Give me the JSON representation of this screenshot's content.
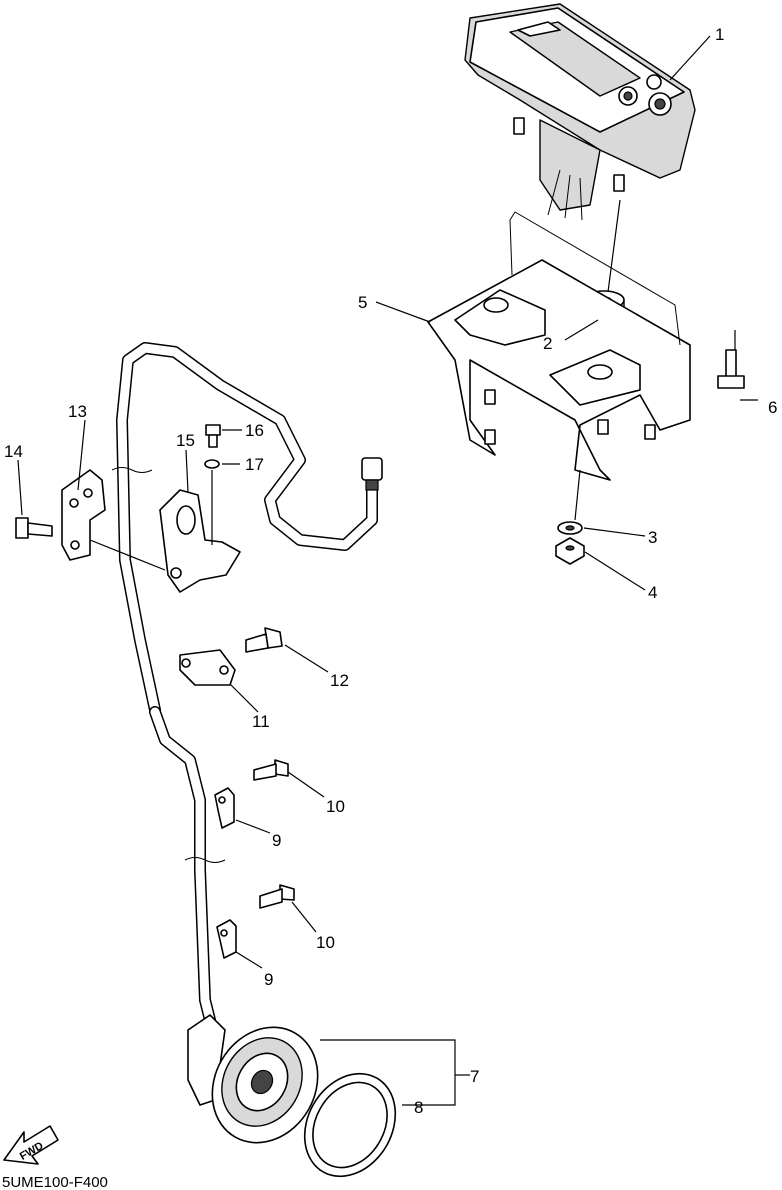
{
  "diagram": {
    "code": "5UME100-F400",
    "fwd_label": "FWD",
    "callouts": [
      {
        "id": "c1",
        "label": "1"
      },
      {
        "id": "c2",
        "label": "2"
      },
      {
        "id": "c3",
        "label": "3"
      },
      {
        "id": "c4",
        "label": "4"
      },
      {
        "id": "c5",
        "label": "5"
      },
      {
        "id": "c6",
        "label": "6"
      },
      {
        "id": "c7",
        "label": "7"
      },
      {
        "id": "c8",
        "label": "8"
      },
      {
        "id": "c9a",
        "label": "9"
      },
      {
        "id": "c9b",
        "label": "9"
      },
      {
        "id": "c10a",
        "label": "10"
      },
      {
        "id": "c10b",
        "label": "10"
      },
      {
        "id": "c11",
        "label": "11"
      },
      {
        "id": "c12",
        "label": "12"
      },
      {
        "id": "c13",
        "label": "13"
      },
      {
        "id": "c14",
        "label": "14"
      },
      {
        "id": "c15",
        "label": "15"
      },
      {
        "id": "c16",
        "label": "16"
      },
      {
        "id": "c17",
        "label": "17"
      }
    ]
  }
}
